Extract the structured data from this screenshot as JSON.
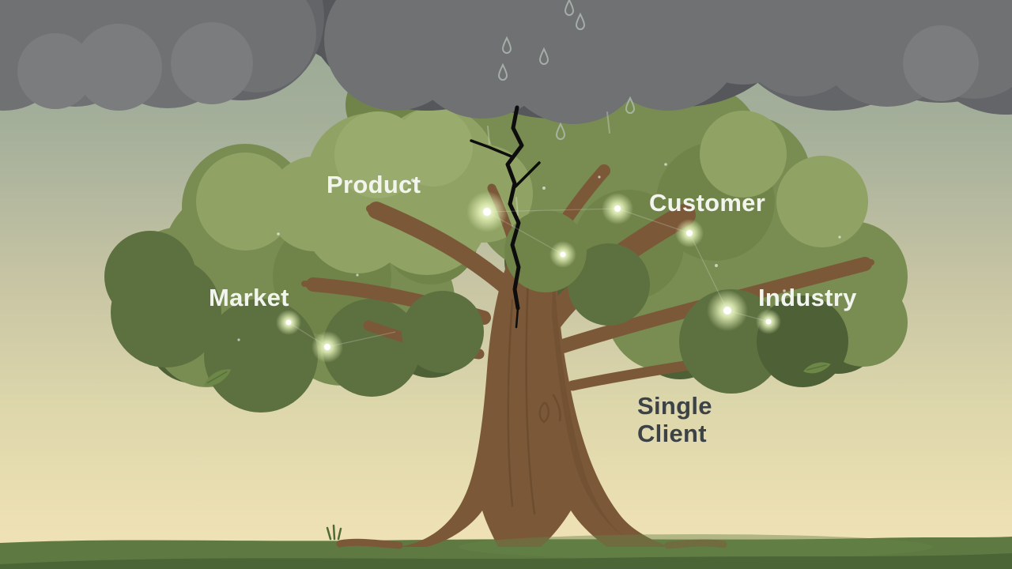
{
  "scene": {
    "labels": {
      "product": "Product",
      "customer": "Customer",
      "market": "Market",
      "industry": "Industry",
      "single_client_line1": "Single",
      "single_client_line2": "Client"
    }
  },
  "colors": {
    "sky_top": "#96a794",
    "sky_upper": "#a6b09b",
    "sky_mid": "#c8c5a4",
    "sky_lower": "#ddd7ab",
    "sky_bottom": "#eee1b5",
    "cloud_darkest": "#47494c",
    "cloud_dark": "#55575a",
    "cloud_mid": "#636568",
    "cloud_light": "#6f7173",
    "cloud_lighter": "#7a7c7e",
    "foliage_deep": "#4d6036",
    "foliage_dark": "#5d7140",
    "foliage_mid": "#70844a",
    "foliage_base": "#798d52",
    "foliage_light": "#90a264",
    "foliage_lighter": "#9aab6e",
    "trunk": "#7b5938",
    "trunk_dark": "#5e4128",
    "ground_top": "#5e7a42",
    "ground_front": "#4b6536",
    "crack": "#0d0d0d",
    "rain": "#b6c2b8",
    "glow_core": "#ffffff",
    "glow_inner": "#e6f3ba",
    "leaf": "#6d8747",
    "label_light": "#f2f4ee",
    "label_dark": "#3d4247"
  }
}
